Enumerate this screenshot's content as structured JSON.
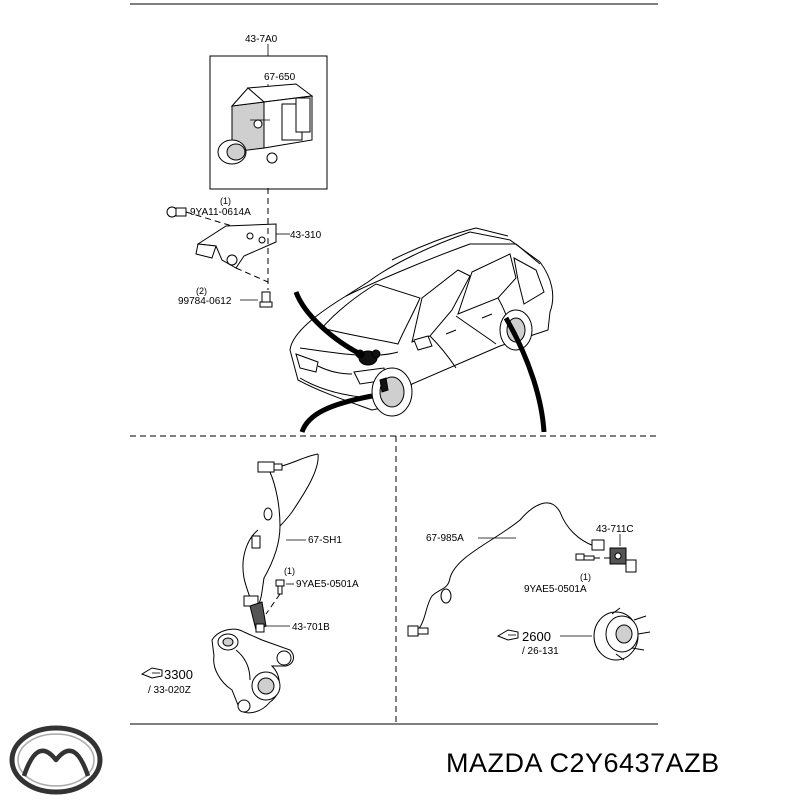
{
  "labels": {
    "abs_assembly": "43-7A0",
    "hcu": "67-650",
    "bolt_top": "9YA11-0614A",
    "bolt_top_qty": "(1)",
    "bracket": "43-310",
    "bolt_bottom": "99784-0612",
    "bolt_bottom_qty": "(2)",
    "front_sensor": "67-SH1",
    "front_bolt": "9YAE5-0501A",
    "front_bolt_qty": "(1)",
    "front_part": "43-701B",
    "front_ref": "3300",
    "front_ref_sub": "/ 33-020Z",
    "rear_sensor": "67-985A",
    "rear_part": "43-711C",
    "rear_bolt": "9YAE5-0501A",
    "rear_bolt_qty": "(1)",
    "rear_ref": "2600",
    "rear_ref_sub": "/ 26-131"
  },
  "brand": {
    "title": "MAZDA C2Y6437AZB",
    "logo": "mazda-logo"
  },
  "icons": {
    "ref_pointer": "pointing-hand-icon"
  }
}
